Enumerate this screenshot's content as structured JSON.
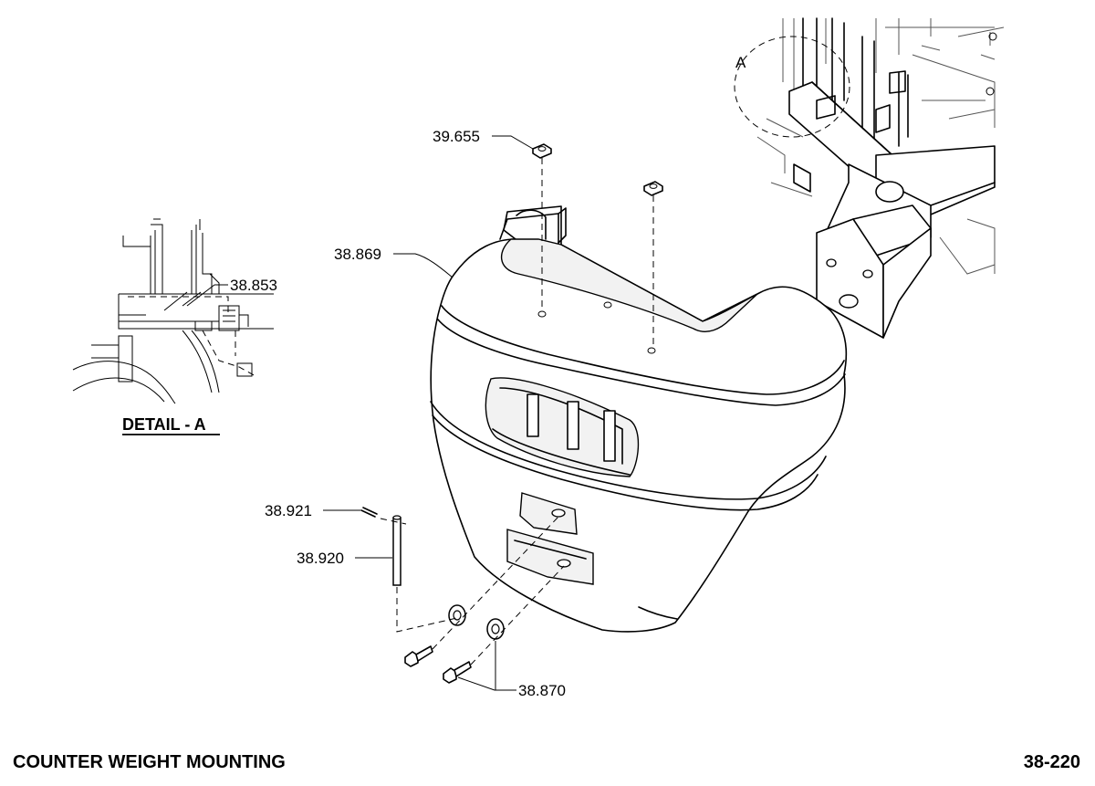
{
  "footer": {
    "title": "COUNTER WEIGHT MOUNTING",
    "page_number": "38-220"
  },
  "detail": {
    "title": "DETAIL - A",
    "marker": "A"
  },
  "callouts": {
    "nut": "39.655",
    "counterweight": "38.869",
    "detail_part": "38.853",
    "roll_pin": "38.921",
    "pin": "38.920",
    "bolt_washer": "38.870"
  }
}
